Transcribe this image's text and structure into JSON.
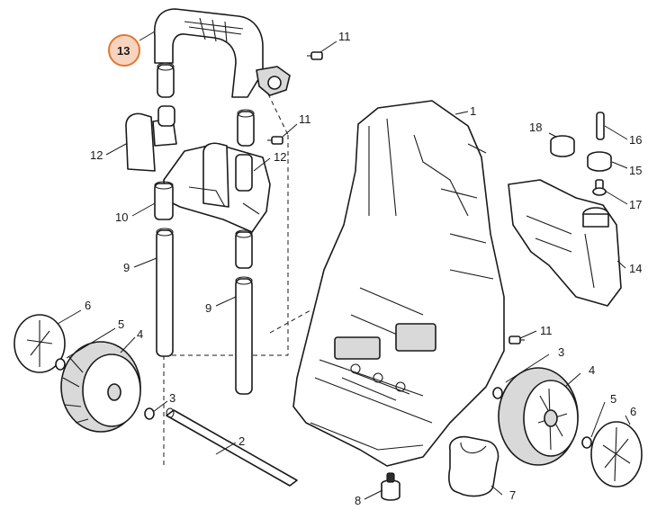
{
  "diagram": {
    "highlight_color": "#f0a070",
    "highlighted_callout": "13",
    "callouts": [
      {
        "id": "c1",
        "label": "1"
      },
      {
        "id": "c2",
        "label": "2"
      },
      {
        "id": "c3a",
        "label": "3"
      },
      {
        "id": "c3b",
        "label": "3"
      },
      {
        "id": "c4a",
        "label": "4"
      },
      {
        "id": "c4b",
        "label": "4"
      },
      {
        "id": "c5a",
        "label": "5"
      },
      {
        "id": "c5b",
        "label": "5"
      },
      {
        "id": "c6a",
        "label": "6"
      },
      {
        "id": "c6b",
        "label": "6"
      },
      {
        "id": "c7",
        "label": "7"
      },
      {
        "id": "c8",
        "label": "8"
      },
      {
        "id": "c9a",
        "label": "9"
      },
      {
        "id": "c9b",
        "label": "9"
      },
      {
        "id": "c10",
        "label": "10"
      },
      {
        "id": "c11a",
        "label": "11"
      },
      {
        "id": "c11b",
        "label": "11"
      },
      {
        "id": "c11c",
        "label": "11"
      },
      {
        "id": "c12a",
        "label": "12"
      },
      {
        "id": "c12b",
        "label": "12"
      },
      {
        "id": "c13",
        "label": "13"
      },
      {
        "id": "c14",
        "label": "14"
      },
      {
        "id": "c15",
        "label": "15"
      },
      {
        "id": "c16",
        "label": "16"
      },
      {
        "id": "c17",
        "label": "17"
      },
      {
        "id": "c18",
        "label": "18"
      }
    ]
  }
}
